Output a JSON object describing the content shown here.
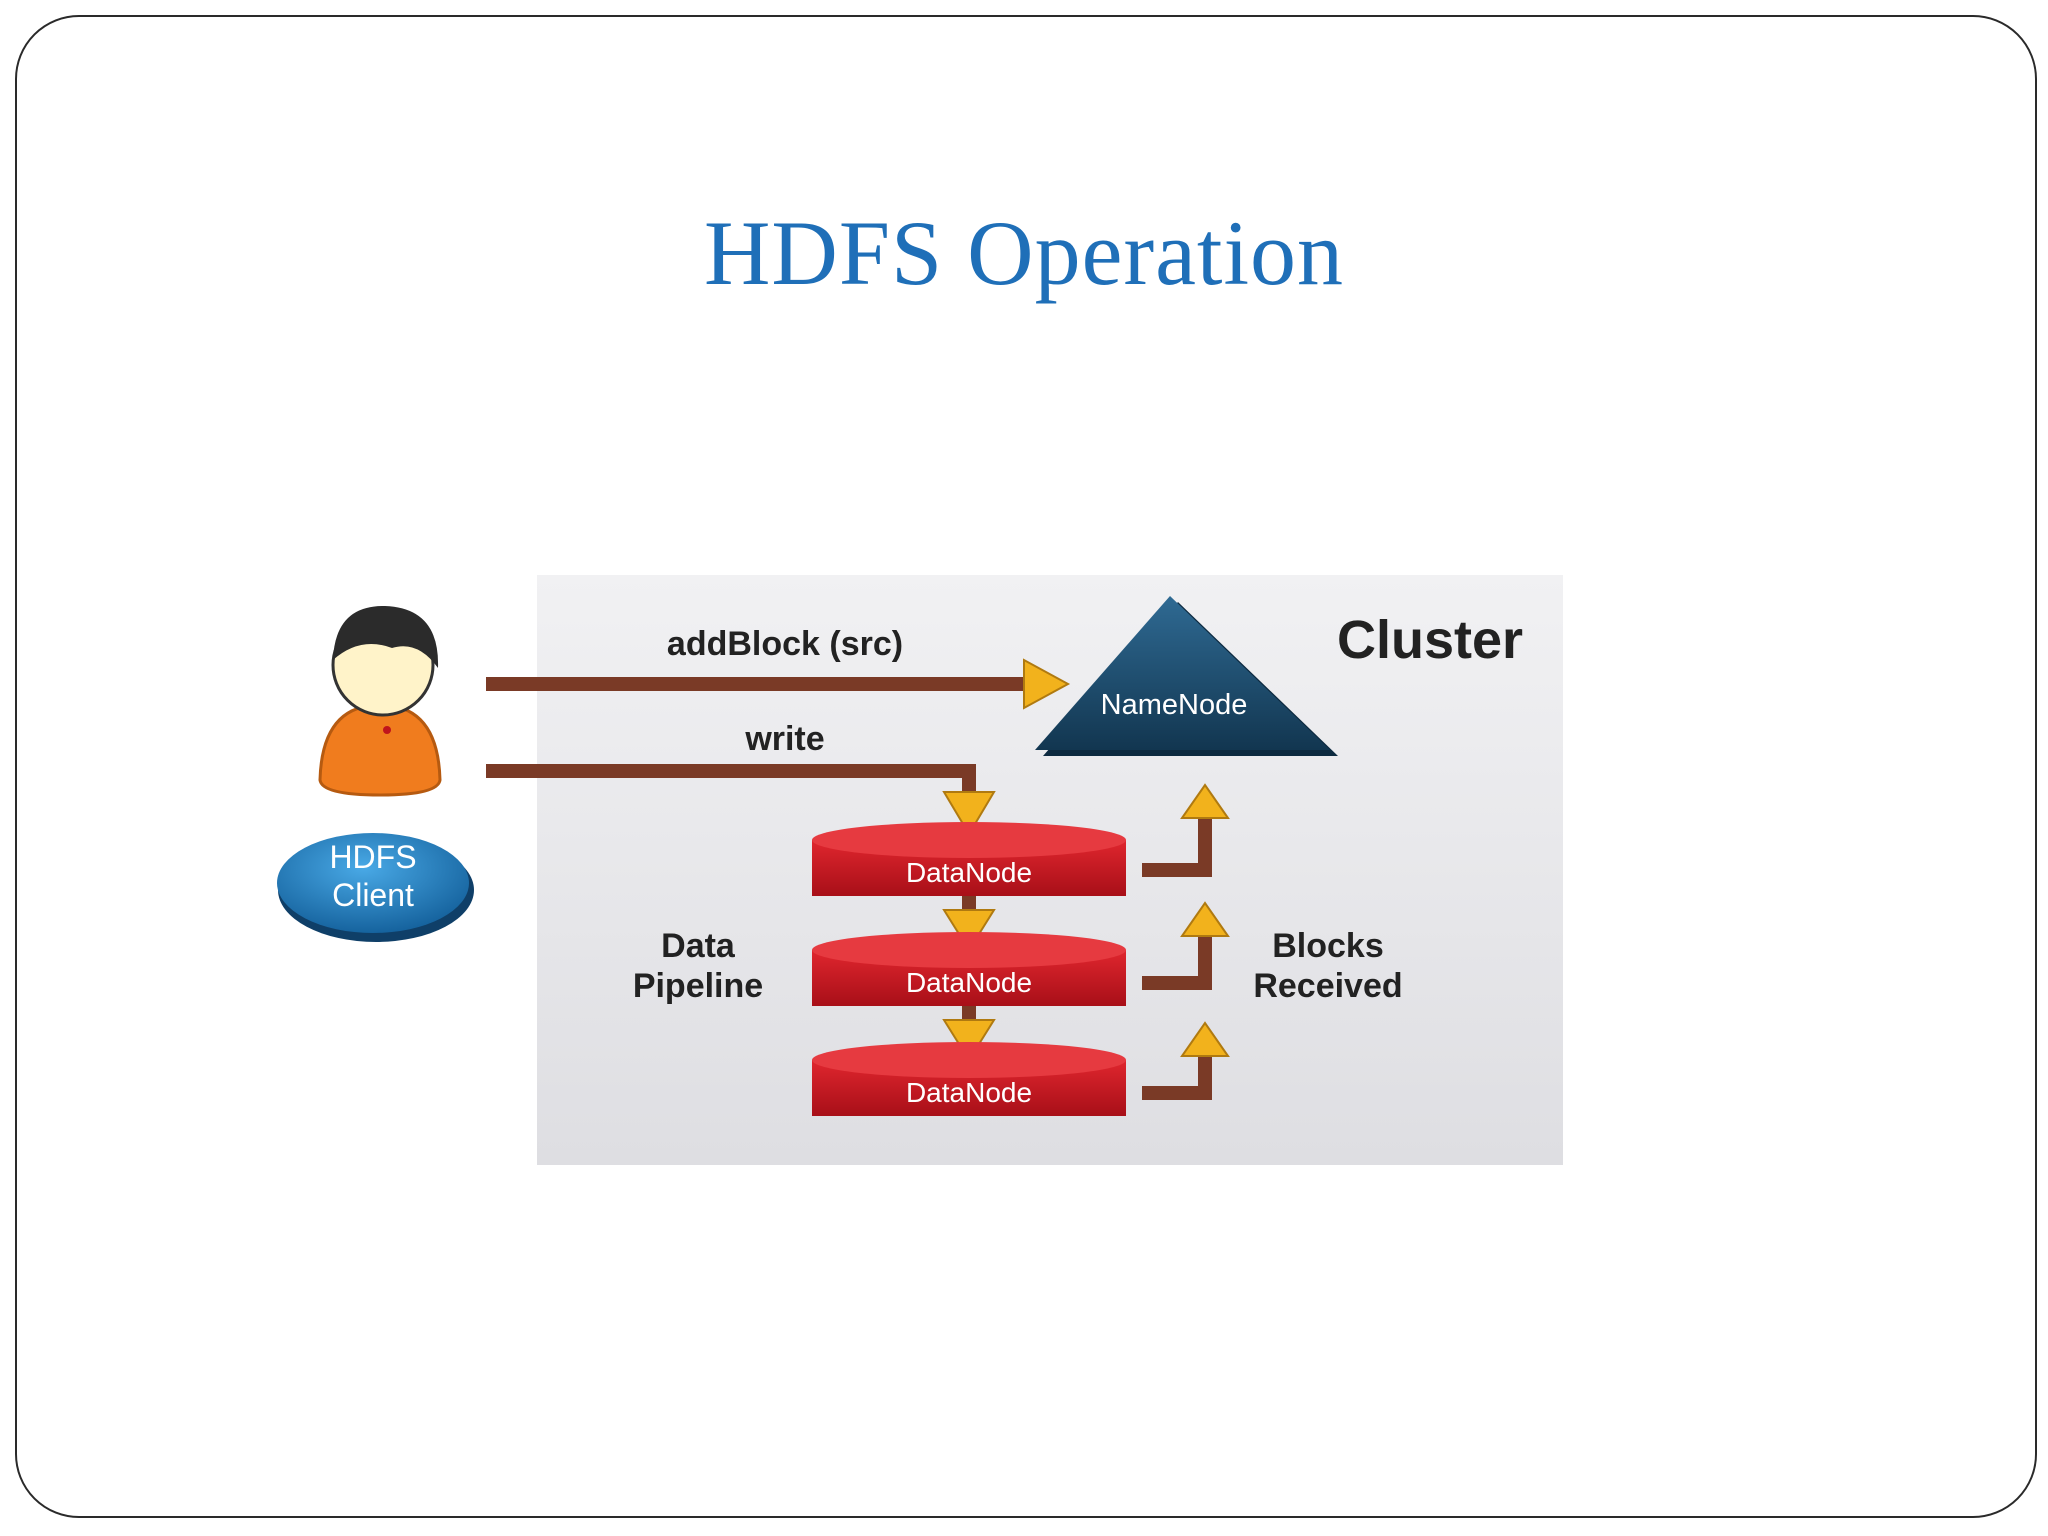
{
  "slide": {
    "title": "HDFS Operation"
  },
  "diagram": {
    "cluster_label": "Cluster",
    "namenode_label": "NameNode",
    "client_label_line1": "HDFS",
    "client_label_line2": "Client",
    "add_block_label": "addBlock (src)",
    "write_label": "write",
    "pipeline_label_line1": "Data",
    "pipeline_label_line2": "Pipeline",
    "blocks_label_line1": "Blocks",
    "blocks_label_line2": "Received",
    "datanodes": [
      {
        "label": "DataNode"
      },
      {
        "label": "DataNode"
      },
      {
        "label": "DataNode"
      }
    ]
  },
  "colors": {
    "title": "#1f6fb8",
    "arrow": "#7a3a26",
    "arrow_head": "#f2b21c",
    "namenode": "#1d4a6e",
    "datanode": "#c0141c",
    "client_badge": "#1f7dbf",
    "person_body": "#f07c1e",
    "cluster_bg": "#e9e9ec"
  }
}
